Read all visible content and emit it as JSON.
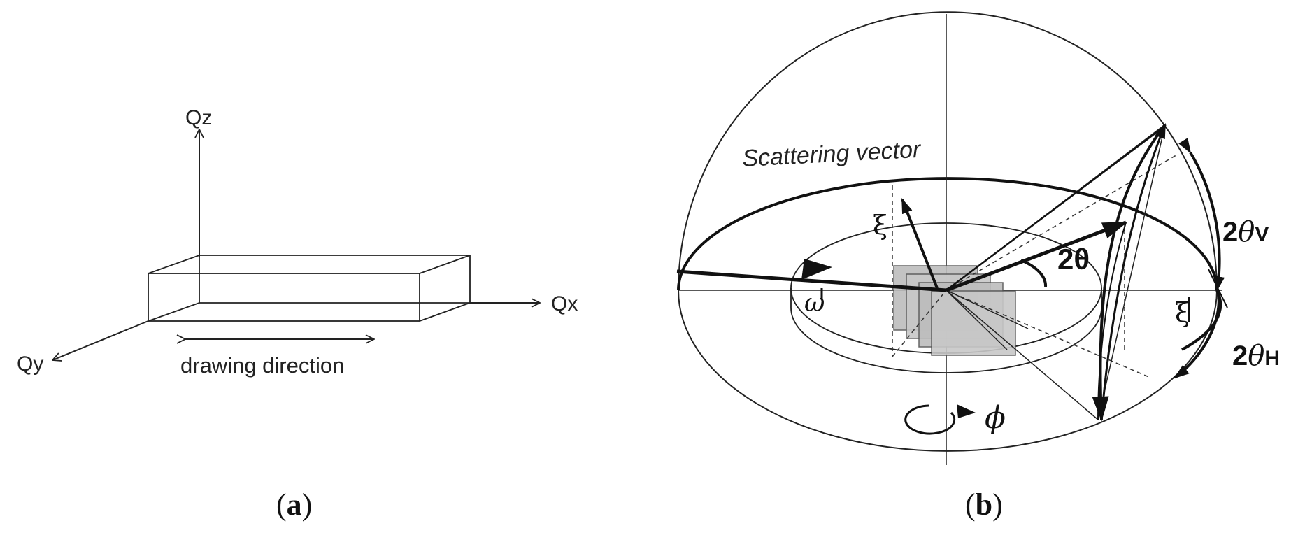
{
  "panel_a": {
    "axis_z": "Qz",
    "axis_x": "Qx",
    "axis_y": "Qy",
    "drawing_label": "drawing direction",
    "caption_open": "(",
    "caption_letter": "a",
    "caption_close": ")"
  },
  "panel_b": {
    "scattering_label": "Scattering vector",
    "xi_top": "ξ",
    "xi_right": "ξ",
    "omega": "ω",
    "two_theta": "2θ",
    "two_theta_v_num": "2",
    "two_theta_v_sym": "θ",
    "two_theta_v_sub": "V",
    "two_theta_h_num": "2",
    "two_theta_h_sym": "θ",
    "two_theta_h_sub": "H",
    "phi": "ϕ",
    "caption_open": "(",
    "caption_letter": "b",
    "caption_close": ")"
  }
}
